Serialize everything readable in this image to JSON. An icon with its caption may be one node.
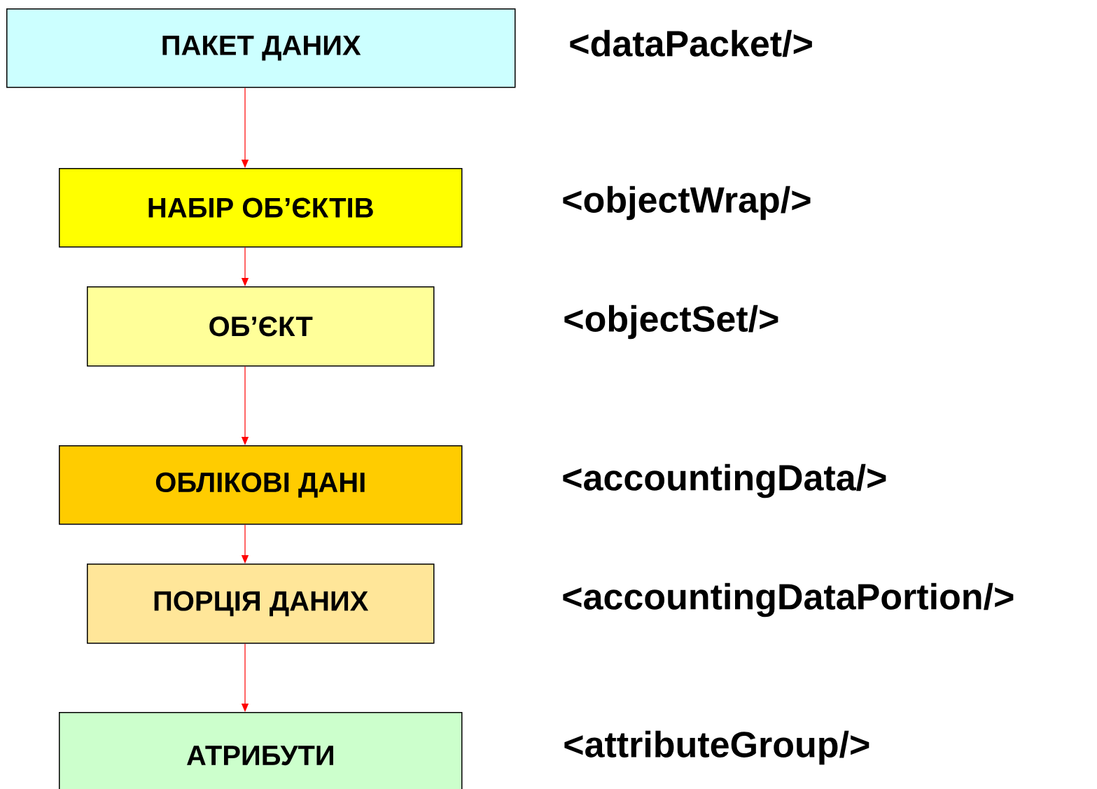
{
  "diagram": {
    "nodes": [
      {
        "text": [
          "ПАКЕТ ДАНИХ"
        ]
      },
      {
        "text": [
          "НАБІР ОБ’ЄКТІВ"
        ]
      },
      {
        "text": [
          "ОБ’ЄКТ"
        ]
      },
      {
        "text": [
          "ОБЛІКОВІ ДАНІ"
        ]
      },
      {
        "text": [
          "ПОРЦІЯ ДАНИХ"
        ]
      },
      {
        "text": [
          "АТРИБУТИ"
        ]
      }
    ],
    "edges": [
      {
        "from": 0,
        "to": 1,
        "arrow": "to"
      },
      {
        "from": 1,
        "to": 2,
        "arrow": "to"
      },
      {
        "from": 2,
        "to": 3,
        "arrow": "to"
      },
      {
        "from": 3,
        "to": 4,
        "arrow": "to"
      },
      {
        "from": 4,
        "to": 5,
        "arrow": "to"
      }
    ],
    "labels": [
      "<dataPacket/>",
      "<objectWrap/>",
      "<objectSet/>",
      "<accountingData/>",
      "<accountingDataPortion/>",
      "<attributeGroup/>"
    ]
  }
}
